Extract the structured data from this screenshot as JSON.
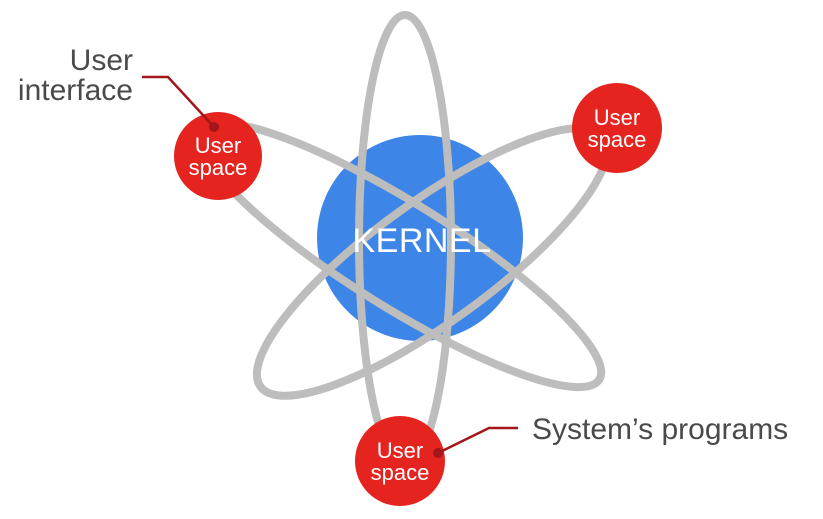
{
  "kernel": {
    "label": "KERNEL",
    "color": "#3d86e8"
  },
  "nodes": [
    {
      "line1": "User",
      "line2": "space"
    },
    {
      "line1": "User",
      "line2": "space"
    },
    {
      "line1": "User",
      "line2": "space"
    }
  ],
  "callouts": {
    "top_left": {
      "line1": "User",
      "line2": "interface"
    },
    "bottom_right": {
      "text": "System’s programs"
    }
  },
  "colors": {
    "kernel": "#3d86e8",
    "user_space": "#e5231f",
    "orbit": "#bdbdbd",
    "callout_line": "#a3161a",
    "callout_text": "#4a4a4a"
  }
}
